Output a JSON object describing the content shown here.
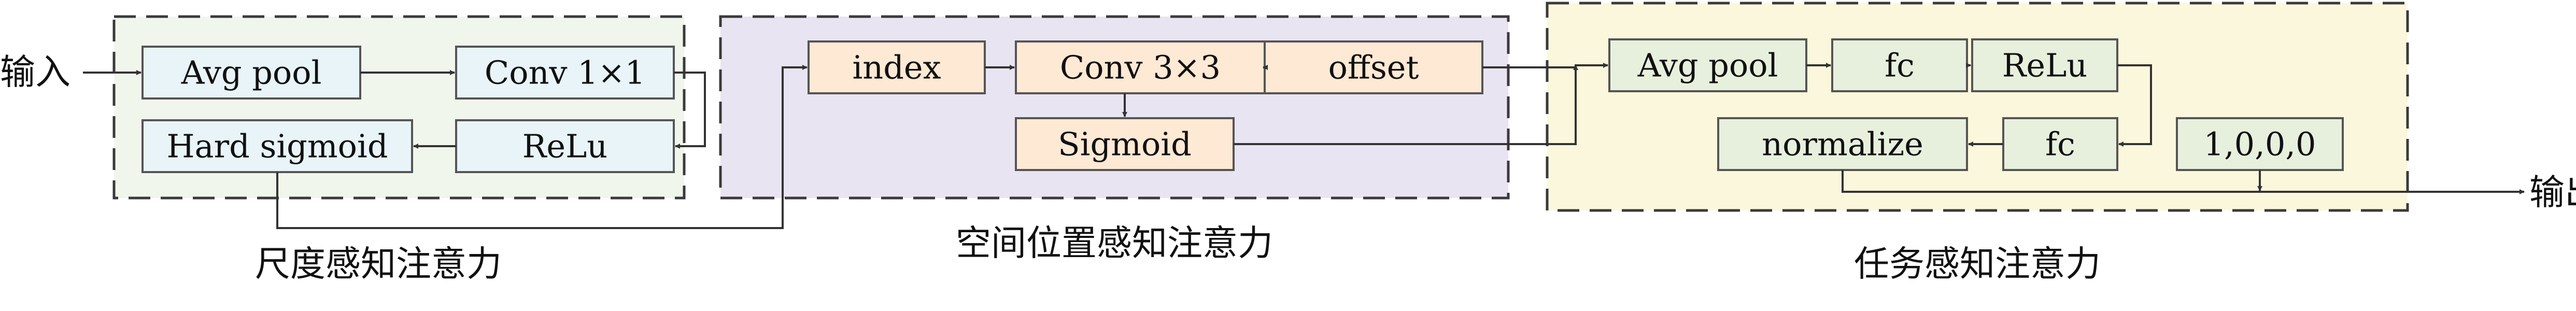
{
  "colors": {
    "panel_scale": "#f1f6ec",
    "panel_spatial": "#e9e4f1",
    "panel_task": "#fbf7dc",
    "box_blue": "#e8f4f8",
    "box_orange": "#fde9d4",
    "box_green": "#e7f0dd",
    "line": "#333333"
  },
  "io": {
    "input": "输入",
    "output": "输出"
  },
  "panels": {
    "scale": {
      "caption": "尺度感知注意力",
      "boxes": {
        "avg_pool": "Avg pool",
        "conv1": "Conv 1×1",
        "relu": "ReLu",
        "hard_sigmoid": "Hard sigmoid"
      }
    },
    "spatial": {
      "caption": "空间位置感知注意力",
      "boxes": {
        "index": "index",
        "conv3": "Conv 3×3",
        "offset": "offset",
        "sigmoid": "Sigmoid"
      }
    },
    "task": {
      "caption": "任务感知注意力",
      "boxes": {
        "avg_pool": "Avg pool",
        "fc1": "fc",
        "relu": "ReLu",
        "fc2": "fc",
        "normalize": "normalize",
        "init": "1,0,0,0"
      }
    }
  }
}
